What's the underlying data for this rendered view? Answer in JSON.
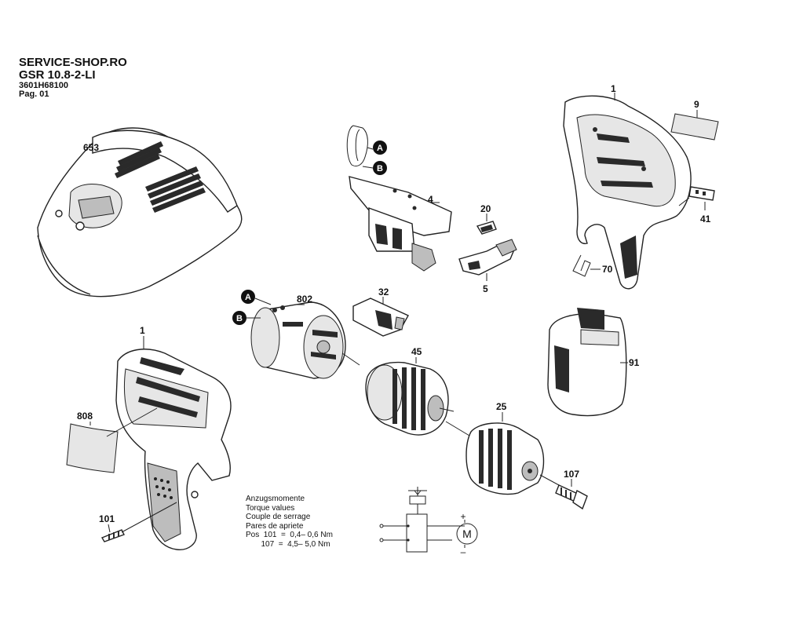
{
  "header": {
    "shop": "SERVICE-SHOP.RO",
    "model": "GSR 10.8-2-LI",
    "code": "3601H68100",
    "page": "Pag. 01"
  },
  "parts": {
    "p653": "653",
    "p4": "4",
    "p20": "20",
    "p5": "5",
    "p1_top": "1",
    "p9": "9",
    "p41": "41",
    "p70": "70",
    "p802": "802",
    "p32": "32",
    "p45": "45",
    "p91": "91",
    "p1_bottom": "1",
    "p808": "808",
    "p25": "25",
    "p107": "107",
    "p101": "101"
  },
  "markers": {
    "a": "A",
    "b": "B"
  },
  "torque": {
    "title_de": "Anzugsmomente",
    "title_en": "Torque values",
    "title_fr": "Couple de serrage",
    "title_ro": "Pares de apriete",
    "row1": "Pos  101  =  0,4– 0,6 Nm",
    "row2": "       107  =  4,5– 5,0 Nm"
  },
  "circuit": {
    "motor_symbol": "M",
    "plus": "+",
    "minus": "–"
  }
}
